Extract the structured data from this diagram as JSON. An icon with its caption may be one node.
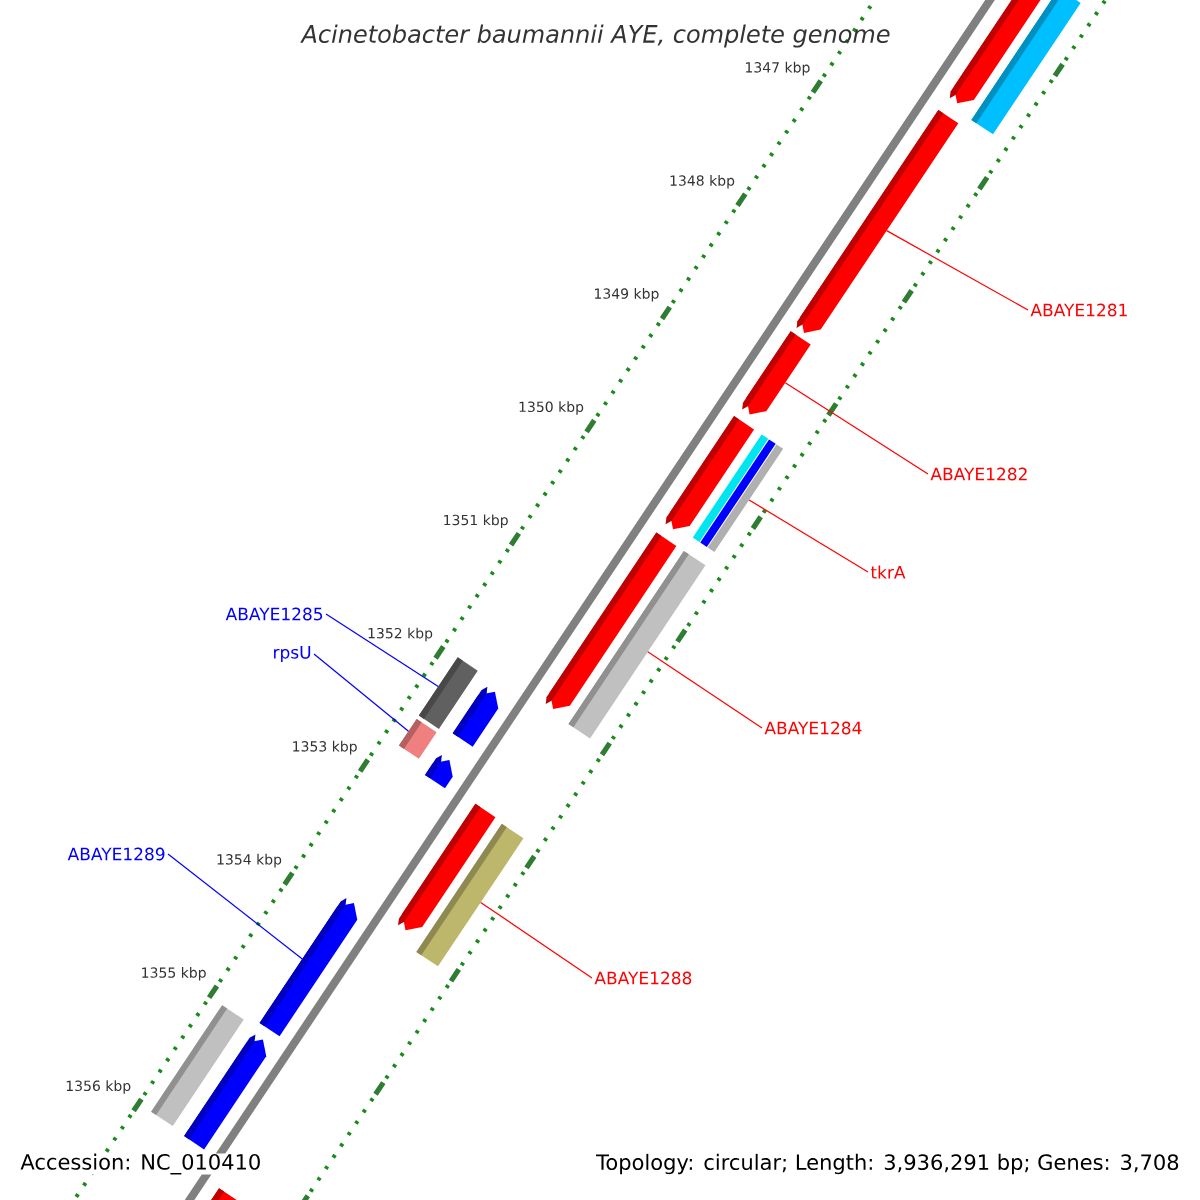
{
  "diagram": {
    "title": "Acinetobacter baumannii AYE, complete genome",
    "nodes": [
      {
        "text": [
          "ABAYE1281"
        ]
      },
      {
        "text": [],
        "shape": "bar"
      },
      {
        "text": [
          "ABAYE1282"
        ]
      },
      {
        "text": [],
        "shape": "bar"
      },
      {
        "text": [
          "tkrA"
        ]
      },
      {
        "text": [],
        "shape": "bar"
      },
      {
        "text": [
          "ABAYE1285"
        ]
      },
      {
        "text": [],
        "shape": "bar"
      },
      {
        "text": [
          "rpsU"
        ]
      },
      {
        "text": [],
        "shape": "bar"
      },
      {
        "text": [
          "ABAYE1284"
        ]
      },
      {
        "text": [],
        "shape": "bar"
      },
      {
        "text": [
          "ABAYE1289"
        ]
      },
      {
        "text": [],
        "shape": "bar"
      },
      {
        "text": [
          "ABAYE1288"
        ]
      },
      {
        "text": [],
        "shape": "bar"
      }
    ],
    "edges": [
      {
        "from": 0,
        "to": 1,
        "arrow": "none"
      },
      {
        "from": 2,
        "to": 3,
        "arrow": "none"
      },
      {
        "from": 4,
        "to": 5,
        "arrow": "none"
      },
      {
        "from": 6,
        "to": 7,
        "arrow": "none",
        "color": "#0000ff"
      },
      {
        "from": 8,
        "to": 9,
        "arrow": "none",
        "color": "#0000ff"
      },
      {
        "from": 10,
        "to": 11,
        "arrow": "none"
      },
      {
        "from": 12,
        "to": 13,
        "arrow": "none",
        "color": "#0000ff"
      },
      {
        "from": 14,
        "to": 15,
        "arrow": "none"
      }
    ],
    "labels": [
      "1347 kbp",
      "1348 kbp",
      "1349 kbp",
      "1350 kbp",
      "1351 kbp",
      "1352 kbp",
      "1353 kbp",
      "1354 kbp",
      "1355 kbp",
      "1356 kbp",
      "Accession: NC_010410",
      "Topology: circular; Length: 3,936,291 bp; Genes: 3,708"
    ]
  }
}
